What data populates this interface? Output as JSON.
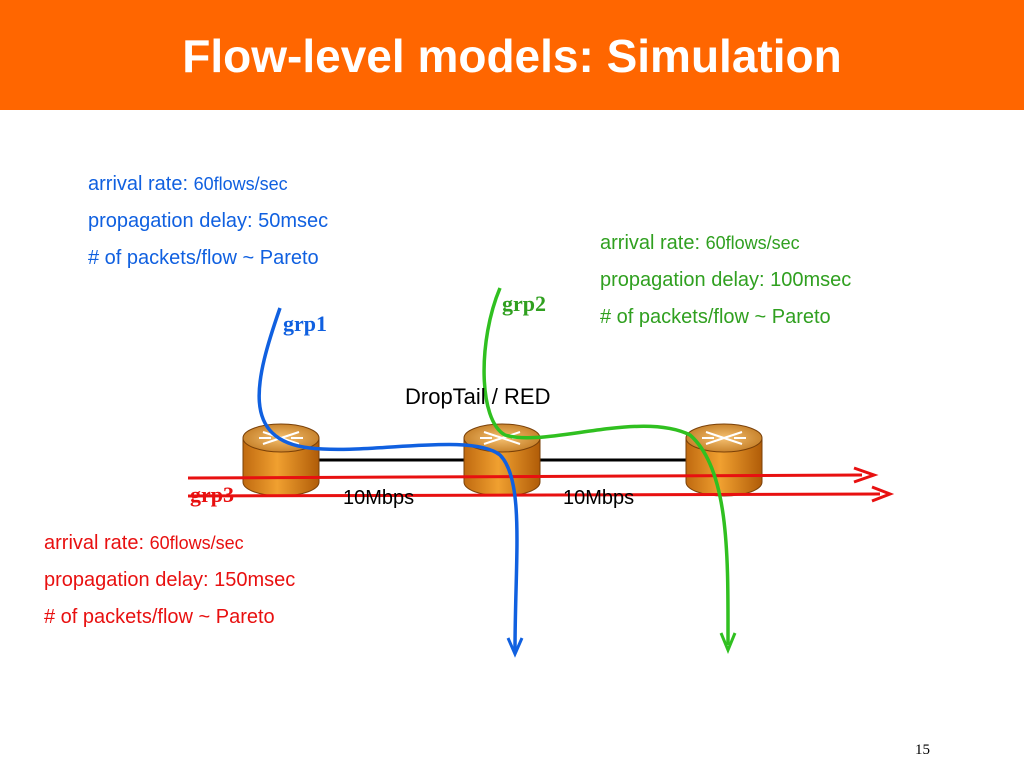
{
  "title": "Flow-level models: Simulation",
  "groups": {
    "grp1": {
      "label": "grp1",
      "arrival_prefix": "arrival rate: ",
      "arrival_value": "60flows/sec",
      "propagation": "propagation delay: 50msec",
      "packets": "# of packets/flow ~ Pareto",
      "color": "#1060e0"
    },
    "grp2": {
      "label": "grp2",
      "arrival_prefix": "arrival rate: ",
      "arrival_value": "60flows/sec",
      "propagation": "propagation delay: 100msec",
      "packets": "# of packets/flow ~ Pareto",
      "color": "#30a020"
    },
    "grp3": {
      "label": "grp3",
      "arrival_prefix": "arrival rate: ",
      "arrival_value": "60flows/sec",
      "propagation": "propagation delay: 150msec",
      "packets": "# of packets/flow ~ Pareto",
      "color": "#e81010"
    }
  },
  "queue_label": "DropTail / RED",
  "links": [
    "10Mbps",
    "10Mbps"
  ],
  "page_number": "15",
  "colors": {
    "title_bar": "#ff6600",
    "router": "#d98a1c"
  }
}
